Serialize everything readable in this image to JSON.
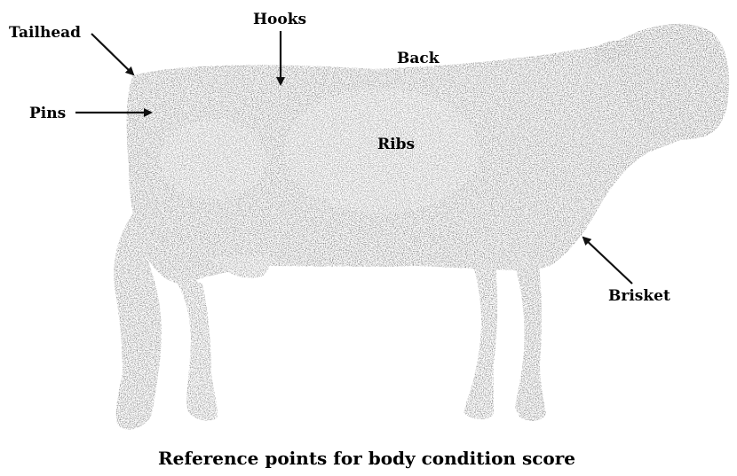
{
  "labels": {
    "tailhead": "Tailhead",
    "hooks": "Hooks",
    "back": "Back",
    "pins": "Pins",
    "ribs": "Ribs",
    "brisket": "Brisket"
  },
  "caption": "Reference points for body condition score",
  "colors": {
    "ink": "#111111",
    "sketch_shade": "#3a3a3a",
    "sketch_light": "#8a8a8a",
    "background": "#ffffff"
  },
  "illustration": "cow-sketch"
}
